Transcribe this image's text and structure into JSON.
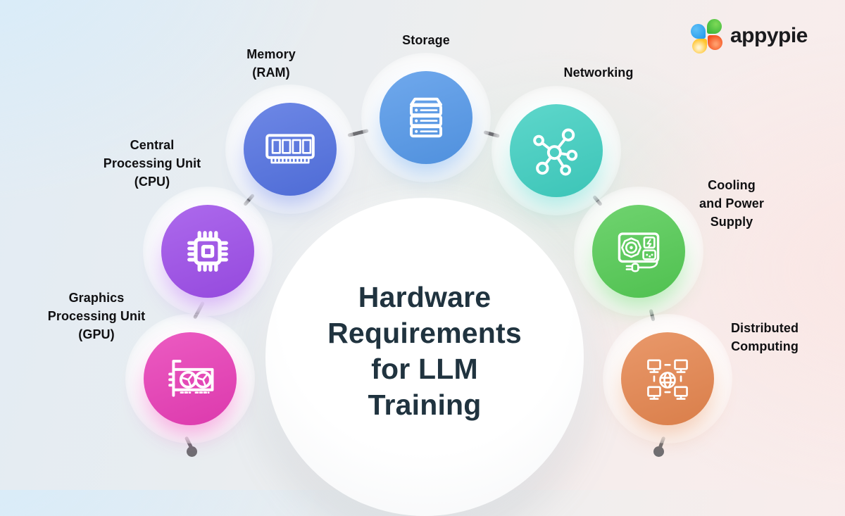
{
  "header": {
    "logo_text": "appypie",
    "logo_colors": {
      "blue": "#1f97ec",
      "green": "#2fb035",
      "yellow": "#ffc32b",
      "orange": "#f4511e"
    }
  },
  "center": {
    "title": "Hardware\nRequirements\nfor LLM\nTraining",
    "title_color": "#20333f"
  },
  "nodes": [
    {
      "id": "gpu",
      "label": "Graphics\nProcessing Unit\n(GPU)",
      "color": "#e83cb6",
      "icon": "gpu-card-icon"
    },
    {
      "id": "cpu",
      "label": "Central\nProcessing Unit\n(CPU)",
      "color": "#9d4de9",
      "icon": "cpu-chip-icon"
    },
    {
      "id": "ram",
      "label": "Memory\n(RAM)",
      "color": "#5271e1",
      "icon": "ram-stick-icon"
    },
    {
      "id": "storage",
      "label": "Storage",
      "color": "#5498e9",
      "icon": "storage-server-icon"
    },
    {
      "id": "networking",
      "label": "Networking",
      "color": "#3fcfc1",
      "icon": "network-hub-icon"
    },
    {
      "id": "cooling",
      "label": "Cooling\nand Power\nSupply",
      "color": "#54cb54",
      "icon": "power-supply-icon"
    },
    {
      "id": "distributed",
      "label": "Distributed\nComputing",
      "color": "#e5854e",
      "icon": "distributed-computing-icon"
    }
  ],
  "connector_color": "#6e6e72"
}
